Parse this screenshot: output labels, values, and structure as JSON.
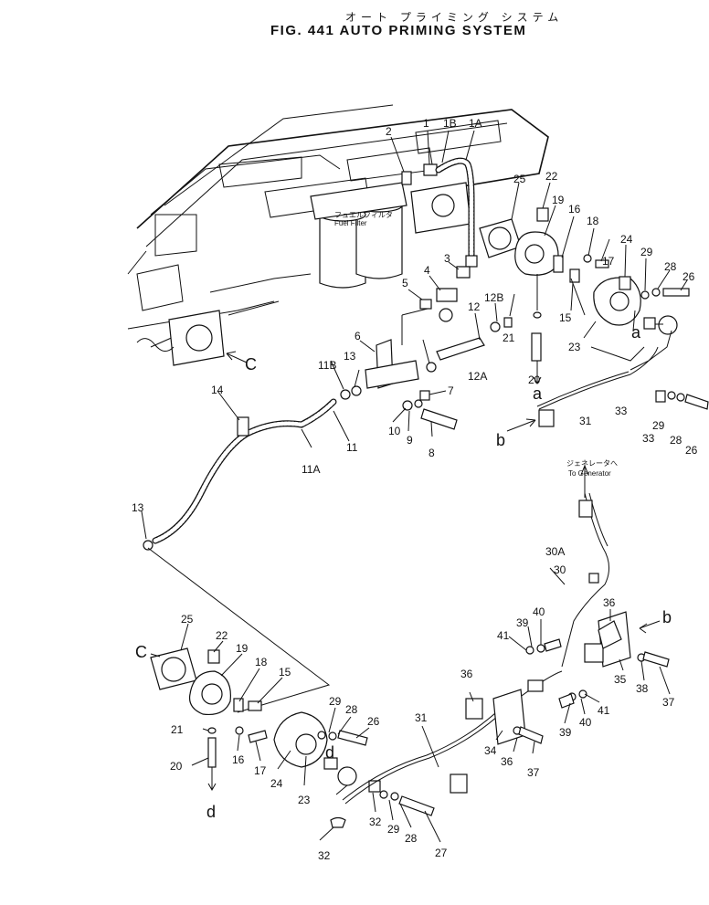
{
  "title": {
    "japanese": "オート プライミング システム",
    "english": "FIG. 441   AUTO  PRIMING  SYSTEM"
  },
  "annotations": {
    "fuel_filter_jp": "フュエルフィルタ",
    "fuel_filter_en": "Fuel Filter",
    "to_generator_jp": "ジェネレータへ",
    "to_generator_en": "To Generator"
  },
  "callouts": {
    "ref_a": "a",
    "ref_b": "b",
    "ref_c": "C",
    "ref_d": "d"
  },
  "part_numbers": [
    "1",
    "1B",
    "1A",
    "2",
    "3",
    "4",
    "5",
    "6",
    "7",
    "8",
    "9",
    "10",
    "11",
    "11A",
    "11B",
    "12",
    "12A",
    "12B",
    "13",
    "14",
    "15",
    "16",
    "17",
    "18",
    "19",
    "20",
    "21",
    "22",
    "23",
    "24",
    "25",
    "26",
    "27",
    "28",
    "29",
    "30",
    "30A",
    "31",
    "32",
    "33",
    "34",
    "35",
    "36",
    "37",
    "38",
    "39",
    "40",
    "41"
  ]
}
